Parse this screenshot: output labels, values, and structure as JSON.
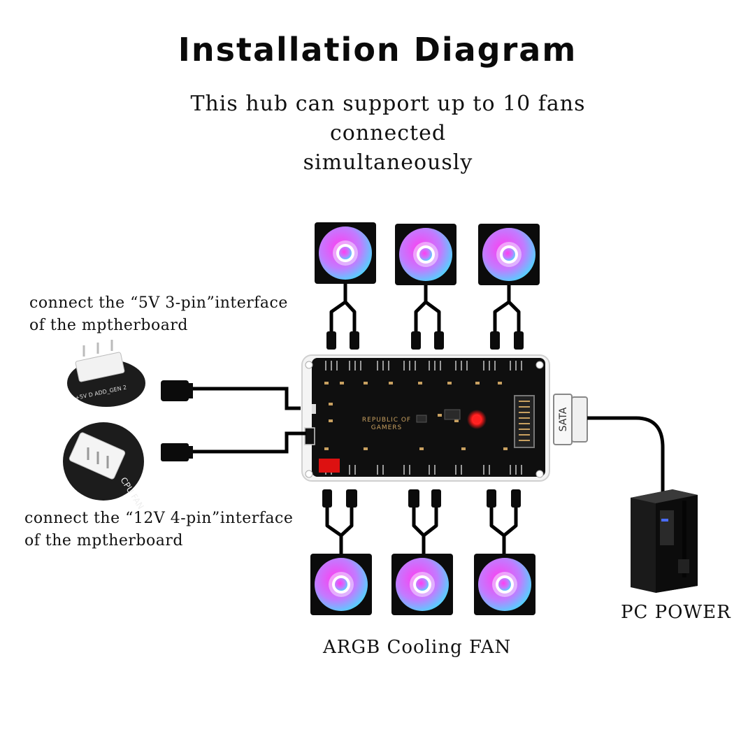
{
  "title": "Installation Diagram",
  "subtitle_lines": [
    "This hub can support up to 10 fans connected",
    "simultaneously"
  ],
  "connector_3pin": {
    "label_lines": [
      "connect the “5V 3-pin”interface",
      "of the mptherboard"
    ],
    "header_text": "+5V  D  ADD_GEN 2"
  },
  "connector_4pin": {
    "label_lines": [
      "connect the “12V 4-pin”interface",
      "of the mptherboard"
    ],
    "header_text": "CPU FAN"
  },
  "hub": {
    "brand_lines": [
      "REPUBLIC OF",
      "GAMERS"
    ],
    "sata_label": "SATA"
  },
  "fans_label": "ARGB Cooling FAN",
  "power_label": "PC POWER",
  "colors": {
    "fan_pink": "#ff3df0",
    "fan_cyan": "#39e6ff",
    "hub_board": "#0f0f0f",
    "led_red": "#ff1a1a",
    "cable": "#000000"
  },
  "icons": [
    "fan-icon",
    "pc-tower-icon",
    "sata-plug-icon",
    "argb-header-icon",
    "fan-header-icon"
  ]
}
